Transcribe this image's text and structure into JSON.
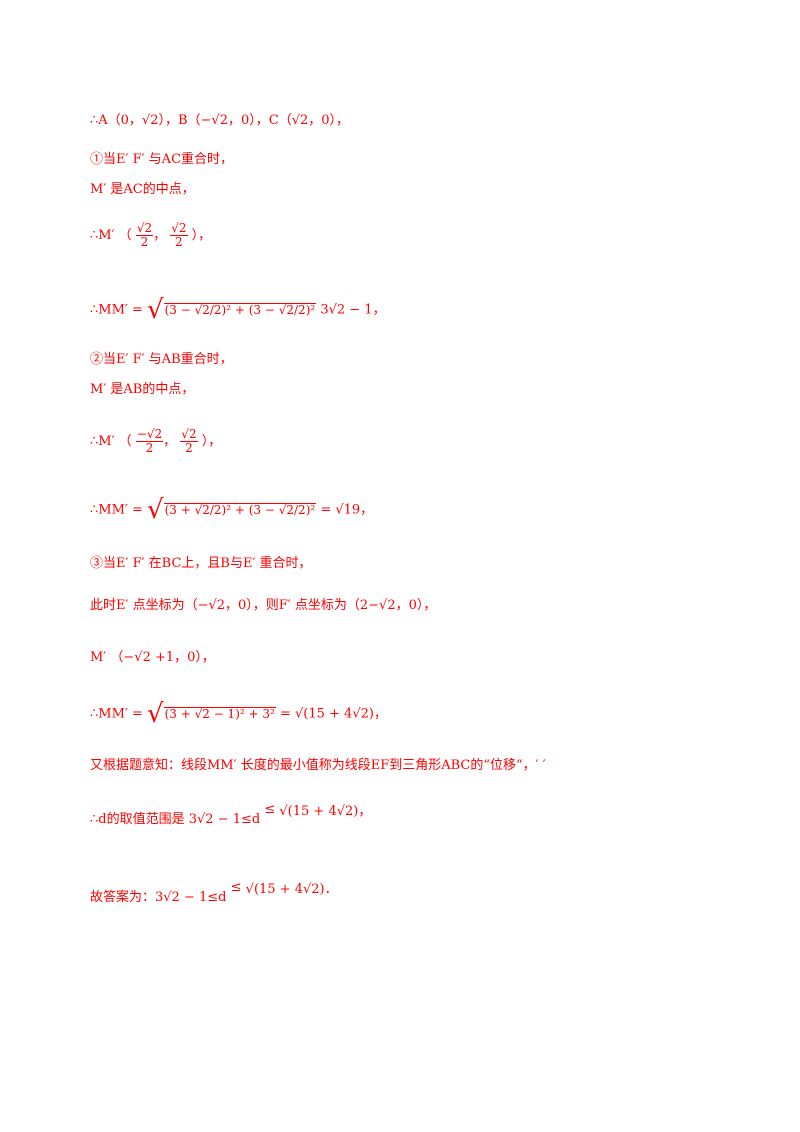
{
  "lines": {
    "l1": "∴A（0，√2），B（−√2，0），C（√2，0），",
    "l2": "①当E′ F′ 与AC重合时，",
    "l3": "M′ 是AC的中点，",
    "l4_prefix": "∴M′ （",
    "l4_num1": "√2",
    "l4_den1": "2",
    "l4_num2": "√2",
    "l4_den2": "2",
    "l4_suffix": "），",
    "l5_prefix": "∴MM′ =",
    "l5_expr": "(3 − √2/2)² + (3 − √2/2)²",
    "l5_result": "3√2 − 1，",
    "l6": "②当E′ F′ 与AB重合时，",
    "l7": "M′ 是AB的中点，",
    "l8_prefix": "∴M′ （",
    "l8_num1": "−√2",
    "l8_den1": "2",
    "l8_num2": "√2",
    "l8_den2": "2",
    "l8_suffix": "），",
    "l9_prefix": "∴MM′ =",
    "l9_expr": "(3 + √2/2)² + (3 − √2/2)²",
    "l9_result": "= √19，",
    "l10": "③当E′ F′ 在BC上，且B与E′ 重合时，",
    "l11": "此时E′ 点坐标为（−√2，0），则F′ 点坐标为（2−√2，0），",
    "l12": "M′ （−√2 +1，0），",
    "l13_prefix": "∴MM′ =",
    "l13_expr": "(3 + √2 − 1)² + 3²",
    "l13_result": "= √(15 + 4√2)，",
    "l14": "又根据题意知：线段MM′ 长度的最小值称为线段EF到三角形ABC的“位移“，′ ′",
    "l15_prefix": "∴d的取值范围是 3√2 − 1≤d",
    "l15_le": "≤",
    "l15_bound": "√(15 + 4√2)，",
    "l16_prefix": "故答案为：3√2 − 1≤d",
    "l16_le": "≤",
    "l16_bound": "√(15 + 4√2)．"
  }
}
